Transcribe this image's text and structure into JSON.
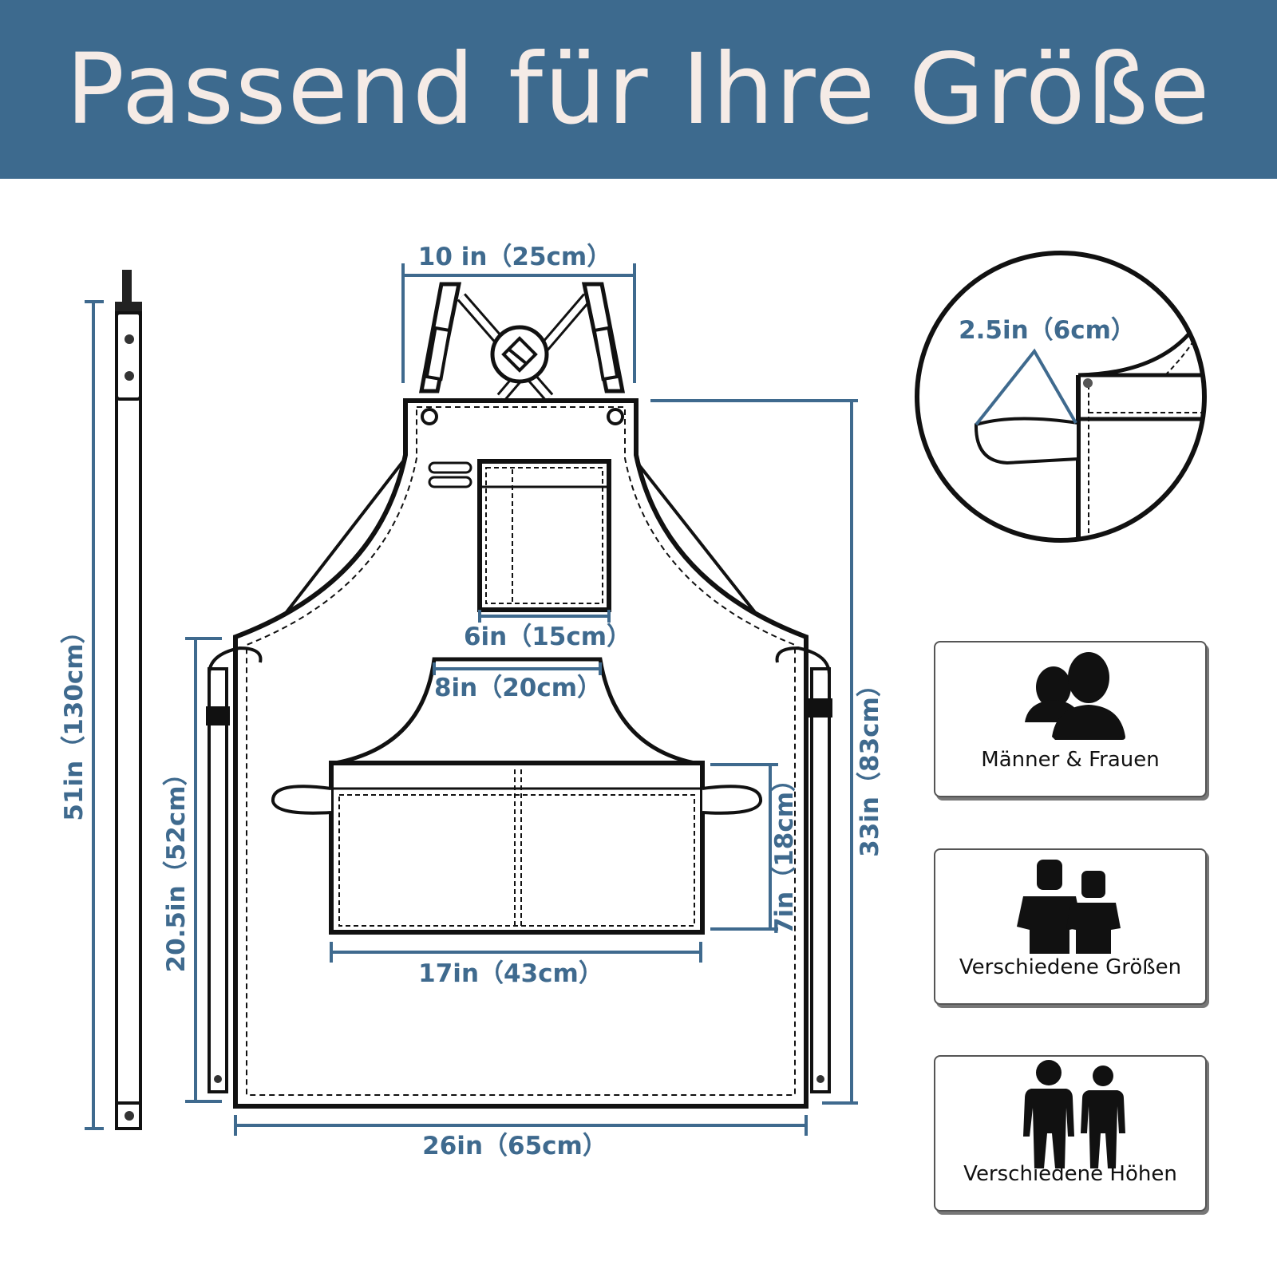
{
  "header": {
    "title": "Passend für Ihre Größe",
    "background": "#3d6a8e",
    "text_color": "#f5ebe6"
  },
  "accent": "#3f6a8e",
  "dimensions": {
    "top_strap_width": "10 in（25cm）",
    "chest_pocket_width": "6in（15cm）",
    "waist_pocket_top": "8in（20cm）",
    "front_pocket_width": "17in（43cm）",
    "bottom_width": "26in（65cm）",
    "strap_length": "51in（130cm）",
    "side_length": "20.5in（52cm）",
    "total_height": "33in（83cm）",
    "pocket_height": "7in（18cm）",
    "loop_width": "2.5in（6cm）"
  },
  "features": [
    {
      "label": "Männer & Frauen",
      "icon": "man-woman-icon"
    },
    {
      "label": "Verschiedene Größen",
      "icon": "different-sizes-icon"
    },
    {
      "label": "Verschiedene Höhen",
      "icon": "different-heights-icon"
    }
  ]
}
